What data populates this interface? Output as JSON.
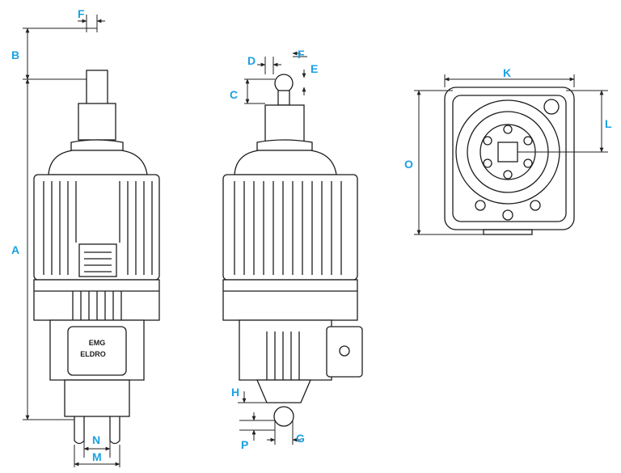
{
  "colors": {
    "label": "#1ba1e2",
    "outline": "#1c1c1c",
    "dim_line": "#222222"
  },
  "labels": {
    "A": "A",
    "B": "B",
    "C": "C",
    "D": "D",
    "E": "E",
    "F": "F",
    "G": "G",
    "H": "H",
    "K": "K",
    "L": "L",
    "M": "M",
    "N": "N",
    "O": "O",
    "P": "P"
  },
  "nameplate": {
    "brand_top": "EMG",
    "brand_bottom": "ELDRO"
  }
}
